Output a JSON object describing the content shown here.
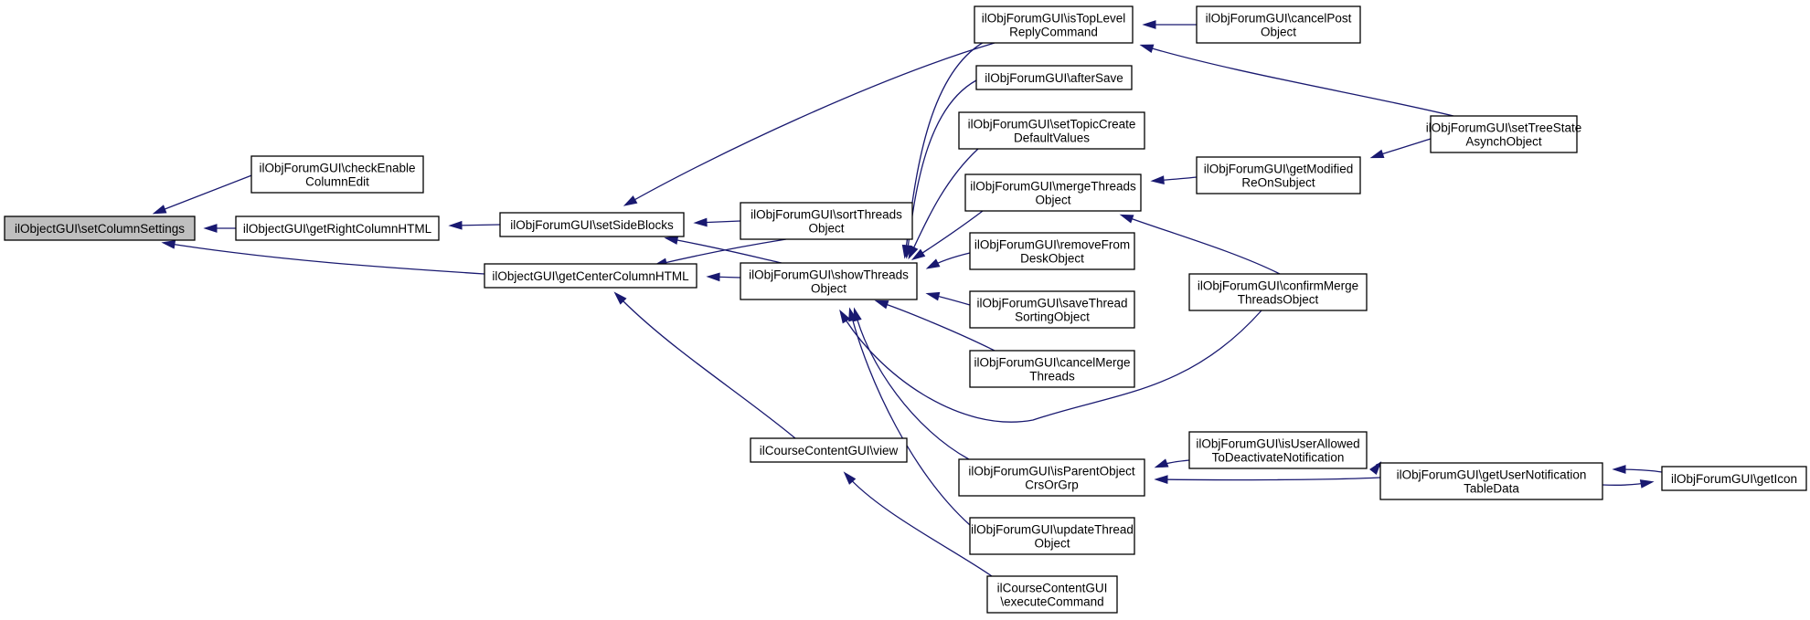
{
  "diagram": {
    "edge_color": "#191970",
    "root_fill": "#bfbfbf",
    "nodes": [
      {
        "id": "n0",
        "lines": [
          "ilObjectGUI\\setColumnSettings"
        ],
        "root": true
      },
      {
        "id": "n1",
        "lines": [
          "ilObjForumGUI\\checkEnable",
          "ColumnEdit"
        ]
      },
      {
        "id": "n2",
        "lines": [
          "ilObjectGUI\\getRightColumnHTML"
        ]
      },
      {
        "id": "n3",
        "lines": [
          "ilObjectGUI\\getCenterColumnHTML"
        ]
      },
      {
        "id": "n4",
        "lines": [
          "ilObjForumGUI\\setSideBlocks"
        ]
      },
      {
        "id": "n5",
        "lines": [
          "ilObjForumGUI\\sortThreads",
          "Object"
        ]
      },
      {
        "id": "n6",
        "lines": [
          "ilObjForumGUI\\showThreads",
          "Object"
        ]
      },
      {
        "id": "n7",
        "lines": [
          "ilCourseContentGUI\\view"
        ]
      },
      {
        "id": "n8",
        "lines": [
          "ilObjForumGUI\\isTopLevel",
          "ReplyCommand"
        ]
      },
      {
        "id": "n9",
        "lines": [
          "ilObjForumGUI\\afterSave"
        ]
      },
      {
        "id": "n10",
        "lines": [
          "ilObjForumGUI\\setTopicCreate",
          "DefaultValues"
        ]
      },
      {
        "id": "n11",
        "lines": [
          "ilObjForumGUI\\mergeThreads",
          "Object"
        ]
      },
      {
        "id": "n12",
        "lines": [
          "ilObjForumGUI\\removeFrom",
          "DeskObject"
        ]
      },
      {
        "id": "n13",
        "lines": [
          "ilObjForumGUI\\saveThread",
          "SortingObject"
        ]
      },
      {
        "id": "n14",
        "lines": [
          "ilObjForumGUI\\cancelMerge",
          "Threads"
        ]
      },
      {
        "id": "n15",
        "lines": [
          "ilObjForumGUI\\isParentObject",
          "CrsOrGrp"
        ]
      },
      {
        "id": "n16",
        "lines": [
          "ilObjForumGUI\\updateThread",
          "Object"
        ]
      },
      {
        "id": "n17",
        "lines": [
          "ilCourseContentGUI",
          "\\executeCommand"
        ]
      },
      {
        "id": "n18",
        "lines": [
          "ilObjForumGUI\\cancelPost",
          "Object"
        ]
      },
      {
        "id": "n19",
        "lines": [
          "ilObjForumGUI\\setTreeState",
          "AsynchObject"
        ]
      },
      {
        "id": "n20",
        "lines": [
          "ilObjForumGUI\\getModified",
          "ReOnSubject"
        ]
      },
      {
        "id": "n21",
        "lines": [
          "ilObjForumGUI\\confirmMerge",
          "ThreadsObject"
        ]
      },
      {
        "id": "n22",
        "lines": [
          "ilObjForumGUI\\isUserAllowed",
          "ToDeactivateNotification"
        ]
      },
      {
        "id": "n23",
        "lines": [
          "ilObjForumGUI\\getUserNotification",
          "TableData"
        ]
      },
      {
        "id": "n24",
        "lines": [
          "ilObjForumGUI\\getIcon"
        ]
      }
    ],
    "edges": [
      {
        "from": "n1",
        "to": "n0"
      },
      {
        "from": "n2",
        "to": "n0"
      },
      {
        "from": "n3",
        "to": "n0"
      },
      {
        "from": "n4",
        "to": "n2"
      },
      {
        "from": "n5",
        "to": "n4"
      },
      {
        "from": "n6",
        "to": "n4"
      },
      {
        "from": "n8",
        "to": "n4"
      },
      {
        "from": "n5",
        "to": "n3"
      },
      {
        "from": "n6",
        "to": "n3"
      },
      {
        "from": "n7",
        "to": "n3"
      },
      {
        "from": "n8",
        "to": "n6"
      },
      {
        "from": "n9",
        "to": "n6"
      },
      {
        "from": "n10",
        "to": "n6"
      },
      {
        "from": "n11",
        "to": "n6"
      },
      {
        "from": "n12",
        "to": "n6"
      },
      {
        "from": "n13",
        "to": "n6"
      },
      {
        "from": "n14",
        "to": "n6"
      },
      {
        "from": "n15",
        "to": "n6"
      },
      {
        "from": "n16",
        "to": "n6"
      },
      {
        "from": "n21",
        "to": "n6"
      },
      {
        "from": "n17",
        "to": "n7"
      },
      {
        "from": "n18",
        "to": "n8"
      },
      {
        "from": "n19",
        "to": "n8"
      },
      {
        "from": "n20",
        "to": "n11"
      },
      {
        "from": "n21",
        "to": "n11"
      },
      {
        "from": "n19",
        "to": "n20"
      },
      {
        "from": "n22",
        "to": "n15"
      },
      {
        "from": "n23",
        "to": "n15"
      },
      {
        "from": "n23",
        "to": "n22"
      },
      {
        "from": "n24",
        "to": "n23"
      },
      {
        "from": "n23",
        "to": "n24"
      }
    ]
  }
}
